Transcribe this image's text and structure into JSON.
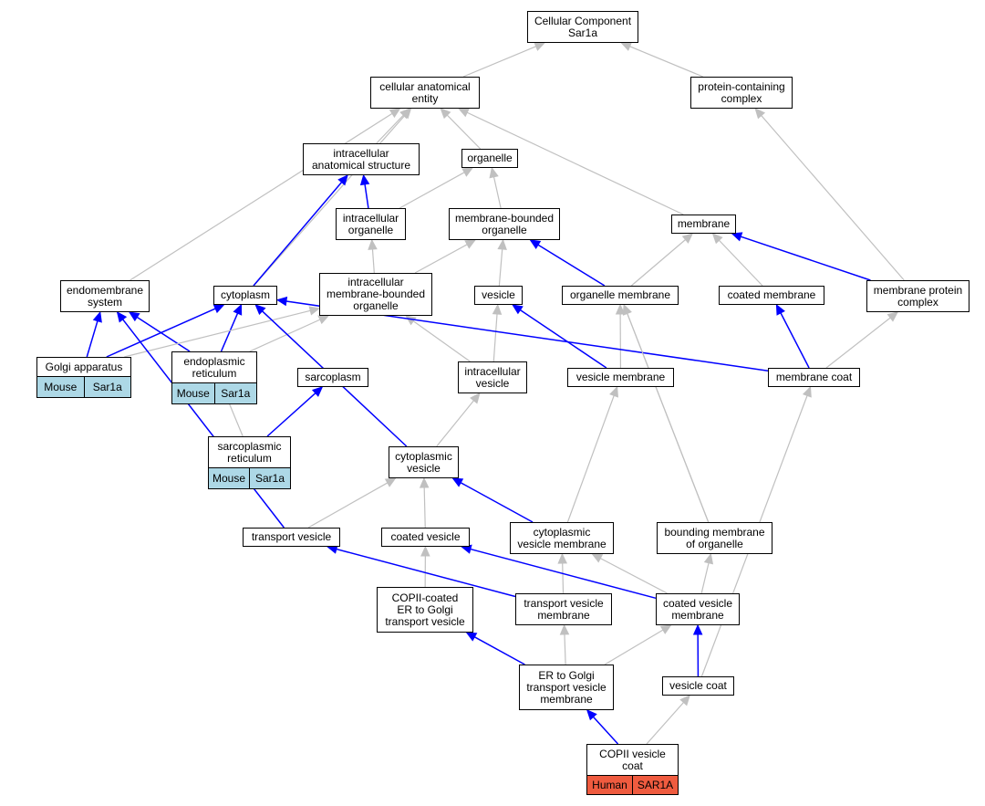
{
  "colors": {
    "is_a": "#c0c0c0",
    "part_of": "#0000ff",
    "mouse": "#add8e6",
    "human": "#ef5b3f"
  },
  "nodes": {
    "cc": {
      "label": "Cellular Component\nSar1a"
    },
    "cae": {
      "label": "cellular anatomical\nentity"
    },
    "pcc": {
      "label": "protein-containing\ncomplex"
    },
    "ias": {
      "label": "intracellular\nanatomical structure"
    },
    "org": {
      "label": "organelle"
    },
    "io": {
      "label": "intracellular\norganelle"
    },
    "mbo": {
      "label": "membrane-bounded\norganelle"
    },
    "mem": {
      "label": "membrane"
    },
    "ems": {
      "label": "endomembrane\nsystem"
    },
    "cyt": {
      "label": "cytoplasm"
    },
    "imbo": {
      "label": "intracellular\nmembrane-bounded\norganelle"
    },
    "ves": {
      "label": "vesicle"
    },
    "om": {
      "label": "organelle membrane"
    },
    "cm": {
      "label": "coated membrane"
    },
    "mpc": {
      "label": "membrane protein\ncomplex"
    },
    "golgi": {
      "label": "Golgi apparatus",
      "annotation": [
        "Mouse",
        "Sar1a"
      ]
    },
    "er": {
      "label": "endoplasmic\nreticulum",
      "annotation": [
        "Mouse",
        "Sar1a"
      ]
    },
    "sarco": {
      "label": "sarcoplasm"
    },
    "iv": {
      "label": "intracellular\nvesicle"
    },
    "vm": {
      "label": "vesicle membrane"
    },
    "mcoat": {
      "label": "membrane coat"
    },
    "sr": {
      "label": "sarcoplasmic\nreticulum",
      "annotation": [
        "Mouse",
        "Sar1a"
      ]
    },
    "cv": {
      "label": "cytoplasmic\nvesicle"
    },
    "tv": {
      "label": "transport vesicle"
    },
    "coatv": {
      "label": "coated vesicle"
    },
    "cvm": {
      "label": "cytoplasmic\nvesicle membrane"
    },
    "bmo": {
      "label": "bounding membrane\nof organelle"
    },
    "copii": {
      "label": "COPII-coated\nER to Golgi\ntransport vesicle"
    },
    "tvm": {
      "label": "transport vesicle\nmembrane"
    },
    "coatvm": {
      "label": "coated vesicle\nmembrane"
    },
    "ergtvm": {
      "label": "ER to Golgi\ntransport vesicle\nmembrane"
    },
    "vcoat": {
      "label": "vesicle coat"
    },
    "copiivc": {
      "label": "COPII vesicle\ncoat",
      "annotation": [
        "Human",
        "SAR1A"
      ]
    }
  },
  "edges": [
    {
      "from": "cae",
      "to": "cc",
      "type": "is_a"
    },
    {
      "from": "pcc",
      "to": "cc",
      "type": "is_a"
    },
    {
      "from": "ias",
      "to": "cae",
      "type": "is_a"
    },
    {
      "from": "org",
      "to": "cae",
      "type": "is_a"
    },
    {
      "from": "mem",
      "to": "cae",
      "type": "is_a"
    },
    {
      "from": "ems",
      "to": "cae",
      "type": "is_a"
    },
    {
      "from": "cyt",
      "to": "cae",
      "type": "is_a"
    },
    {
      "from": "io",
      "to": "ias",
      "type": "part_of"
    },
    {
      "from": "cyt",
      "to": "ias",
      "type": "part_of"
    },
    {
      "from": "io",
      "to": "org",
      "type": "is_a"
    },
    {
      "from": "mbo",
      "to": "org",
      "type": "is_a"
    },
    {
      "from": "imbo",
      "to": "io",
      "type": "is_a"
    },
    {
      "from": "imbo",
      "to": "mbo",
      "type": "is_a"
    },
    {
      "from": "ves",
      "to": "mbo",
      "type": "is_a"
    },
    {
      "from": "om",
      "to": "mbo",
      "type": "part_of"
    },
    {
      "from": "om",
      "to": "mem",
      "type": "is_a"
    },
    {
      "from": "cm",
      "to": "mem",
      "type": "is_a"
    },
    {
      "from": "mpc",
      "to": "mem",
      "type": "part_of"
    },
    {
      "from": "mpc",
      "to": "pcc",
      "type": "is_a"
    },
    {
      "from": "golgi",
      "to": "ems",
      "type": "part_of"
    },
    {
      "from": "er",
      "to": "ems",
      "type": "part_of"
    },
    {
      "from": "golgi",
      "to": "cyt",
      "type": "part_of"
    },
    {
      "from": "er",
      "to": "cyt",
      "type": "part_of"
    },
    {
      "from": "sarco",
      "to": "cyt",
      "type": "is_a"
    },
    {
      "from": "golgi",
      "to": "imbo",
      "type": "is_a"
    },
    {
      "from": "er",
      "to": "imbo",
      "type": "is_a"
    },
    {
      "from": "iv",
      "to": "imbo",
      "type": "is_a"
    },
    {
      "from": "iv",
      "to": "ves",
      "type": "is_a"
    },
    {
      "from": "vm",
      "to": "ves",
      "type": "part_of"
    },
    {
      "from": "vm",
      "to": "om",
      "type": "is_a"
    },
    {
      "from": "bmo",
      "to": "om",
      "type": "is_a"
    },
    {
      "from": "mcoat",
      "to": "cm",
      "type": "part_of"
    },
    {
      "from": "mcoat",
      "to": "mpc",
      "type": "is_a"
    },
    {
      "from": "mcoat",
      "to": "cyt",
      "type": "part_of"
    },
    {
      "from": "sr",
      "to": "er",
      "type": "is_a"
    },
    {
      "from": "sr",
      "to": "sarco",
      "type": "part_of"
    },
    {
      "from": "cv",
      "to": "cyt",
      "type": "part_of"
    },
    {
      "from": "cv",
      "to": "iv",
      "type": "is_a"
    },
    {
      "from": "tv",
      "to": "ems",
      "type": "part_of"
    },
    {
      "from": "tv",
      "to": "cv",
      "type": "is_a"
    },
    {
      "from": "coatv",
      "to": "cv",
      "type": "is_a"
    },
    {
      "from": "cvm",
      "to": "cv",
      "type": "part_of"
    },
    {
      "from": "cvm",
      "to": "vm",
      "type": "is_a"
    },
    {
      "from": "bmo",
      "to": "om",
      "type": "is_a"
    },
    {
      "from": "copii",
      "to": "coatv",
      "type": "is_a"
    },
    {
      "from": "tvm",
      "to": "tv",
      "type": "part_of"
    },
    {
      "from": "tvm",
      "to": "cvm",
      "type": "is_a"
    },
    {
      "from": "coatvm",
      "to": "coatv",
      "type": "part_of"
    },
    {
      "from": "coatvm",
      "to": "cvm",
      "type": "is_a"
    },
    {
      "from": "coatvm",
      "to": "bmo",
      "type": "is_a"
    },
    {
      "from": "ergtvm",
      "to": "copii",
      "type": "part_of"
    },
    {
      "from": "ergtvm",
      "to": "tvm",
      "type": "is_a"
    },
    {
      "from": "ergtvm",
      "to": "coatvm",
      "type": "is_a"
    },
    {
      "from": "vcoat",
      "to": "coatvm",
      "type": "part_of"
    },
    {
      "from": "vcoat",
      "to": "mcoat",
      "type": "is_a"
    },
    {
      "from": "copiivc",
      "to": "ergtvm",
      "type": "part_of"
    },
    {
      "from": "copiivc",
      "to": "vcoat",
      "type": "is_a"
    }
  ]
}
